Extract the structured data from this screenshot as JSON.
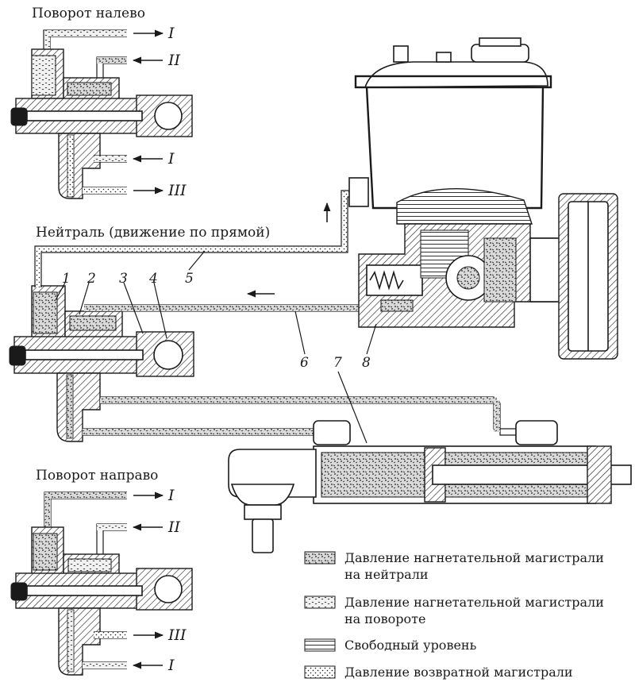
{
  "titles": {
    "left_turn": "Поворот налево",
    "neutral": "Нейтраль (движение по прямой)",
    "right_turn": "Поворот направо"
  },
  "roman": {
    "i": "I",
    "ii": "II",
    "iii": "III"
  },
  "callouts": {
    "c1": "1",
    "c2": "2",
    "c3": "3",
    "c4": "4",
    "c5": "5",
    "c6": "6",
    "c7": "7",
    "c8": "8"
  },
  "legend": [
    {
      "line1": "Давление нагнетательной магистрали",
      "line2": "на нейтрали",
      "pattern": "neutral-pressure"
    },
    {
      "line1": "Давление нагнетательной магистрали",
      "line2": "на повороте",
      "pattern": "turn-pressure"
    },
    {
      "line1": "Свободный уровень",
      "line2": "",
      "pattern": "free-level"
    },
    {
      "line1": "Давление возвратной магистрали",
      "line2": "",
      "pattern": "return-pressure"
    }
  ],
  "colors": {
    "ink": "#1a1a1a",
    "paper": "#ffffff"
  }
}
